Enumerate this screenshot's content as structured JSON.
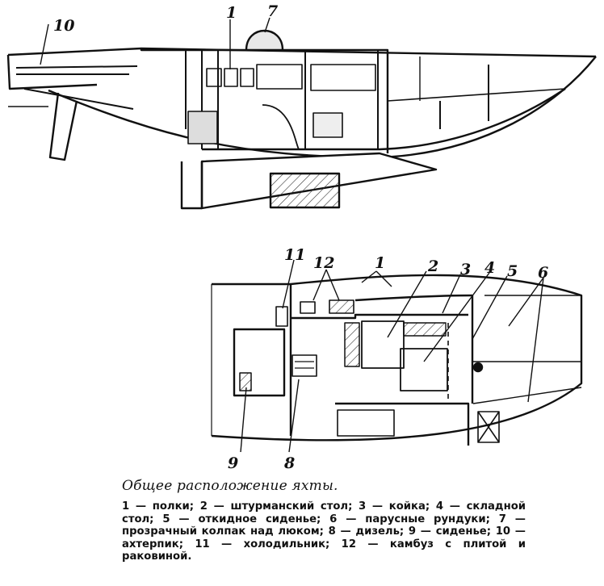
{
  "callouts": {
    "n1_side": "1",
    "n7": "7",
    "n10": "10",
    "n11": "11",
    "n12": "12",
    "n1_plan": "1",
    "n2": "2",
    "n3": "3",
    "n4": "4",
    "n5": "5",
    "n6": "6",
    "n8": "8",
    "n9": "9"
  },
  "caption": {
    "title": "Общее расположение яхты.",
    "legend": "1 — полки; 2 — штурманский стол; 3 — койка; 4 — складной стол; 5 — откидное сиденье; 6 — парусные рундуки; 7 — прозрачный колпак над люком; 8 — дизель; 9 — сиденье; 10 — ахтерпик; 11 — холодильник; 12 — камбуз с плитой и раковиной."
  }
}
